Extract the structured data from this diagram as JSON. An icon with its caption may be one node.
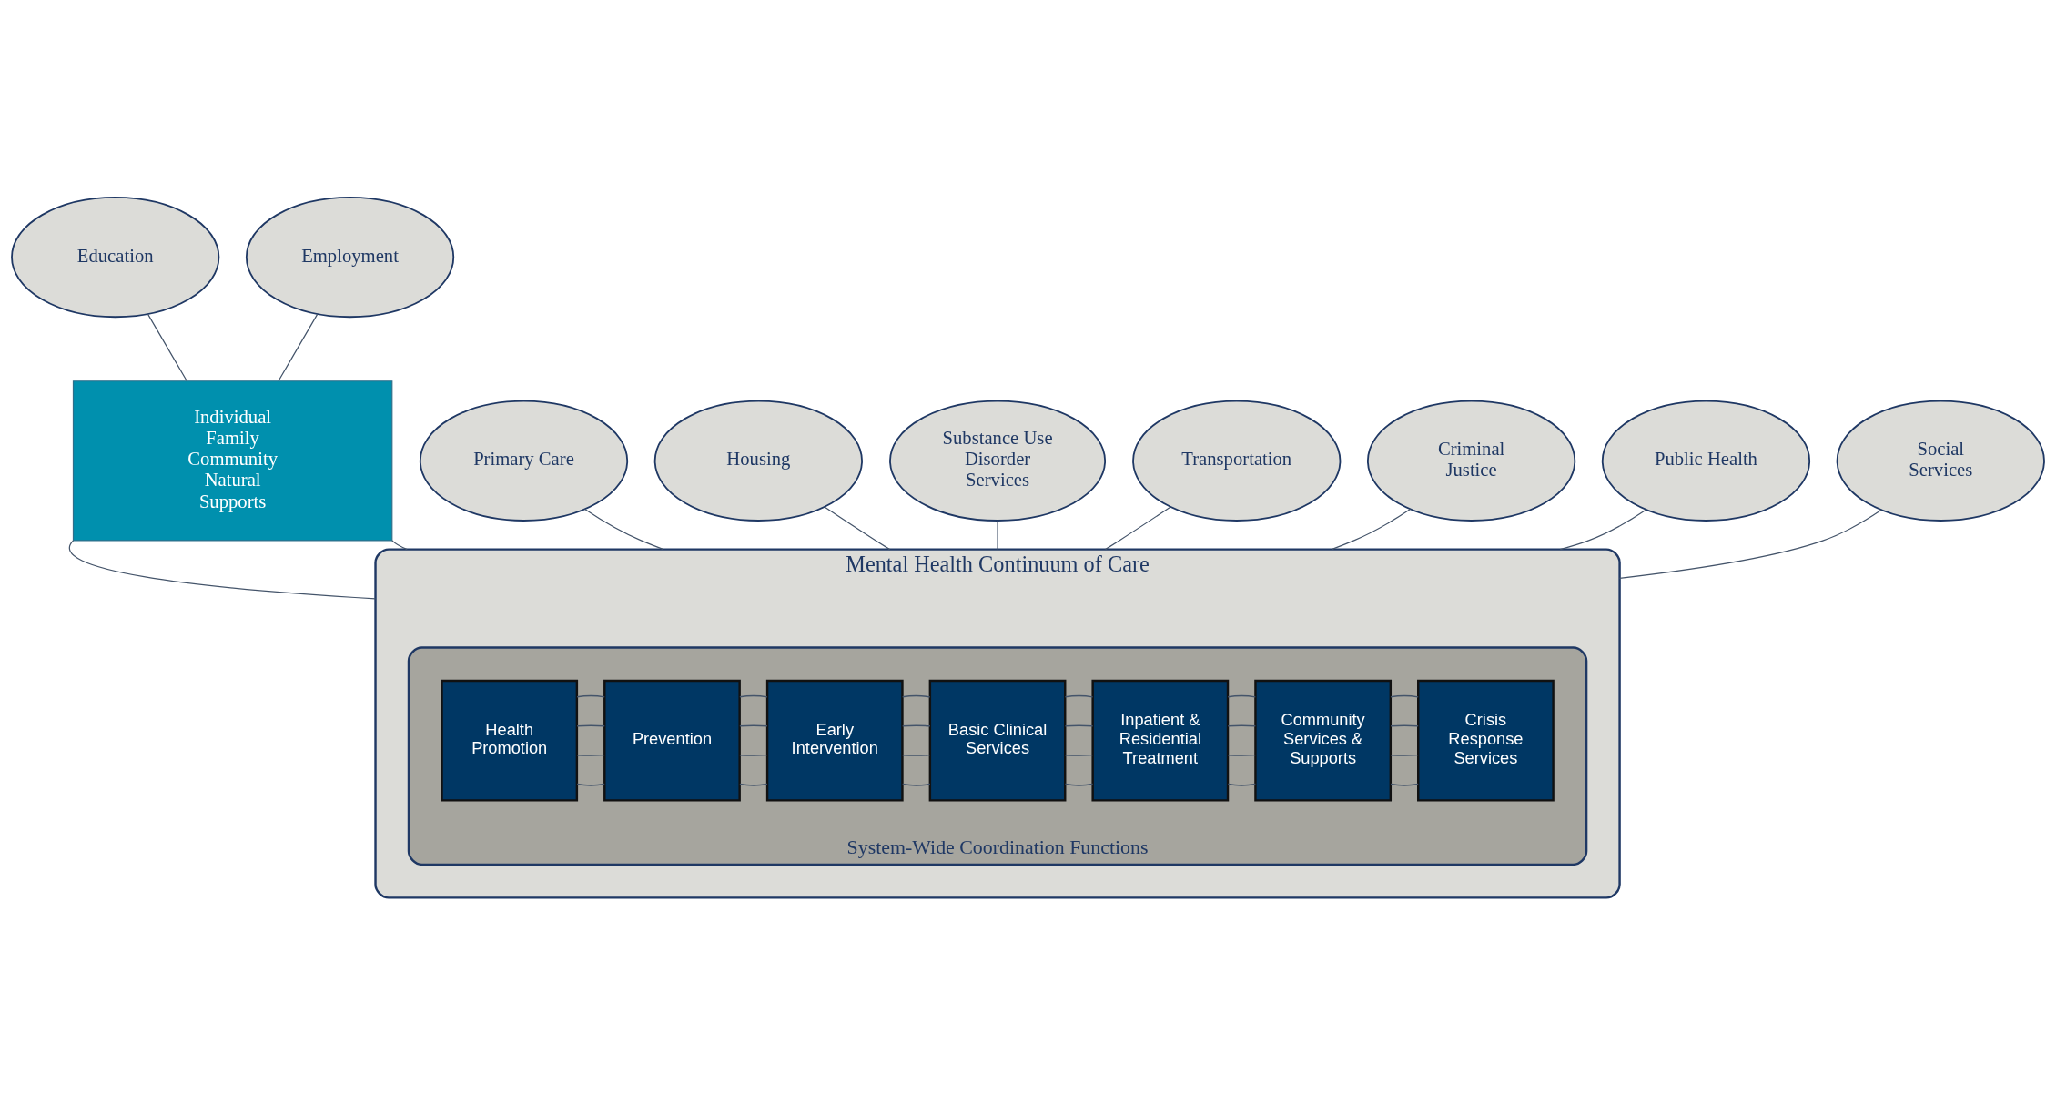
{
  "diagram": {
    "nodes": [
      {
        "text": [
          "Mental Health Continuum of Care"
        ]
      },
      {
        "text": [
          "System-Wide Coordination Functions"
        ],
        "in": 0
      },
      {
        "text": [
          "Health Promotion"
        ],
        "in": 1
      },
      {
        "text": [
          "Prevention"
        ],
        "in": 1
      },
      {
        "text": [
          "Early Intervention"
        ],
        "in": 1
      },
      {
        "text": [
          "Basic Clinical Services"
        ],
        "in": 1
      },
      {
        "text": [
          "Inpatient & Residential Treatment"
        ],
        "in": 1
      },
      {
        "text": [
          "Community Services & Supports"
        ],
        "in": 1
      },
      {
        "text": [
          "Crisis Response Services"
        ],
        "in": 1
      },
      {
        "text": [
          "Individual",
          "Family",
          "Community",
          "Natural Supports"
        ]
      },
      {
        "text": [
          "Primary Care"
        ]
      },
      {
        "text": [
          "Housing"
        ]
      },
      {
        "text": [
          "Substance Use Disorder Services"
        ]
      },
      {
        "text": [
          "Education"
        ]
      },
      {
        "text": [
          "Employment"
        ]
      },
      {
        "text": [
          "Transportation"
        ]
      },
      {
        "text": [
          "Criminal Justice"
        ]
      },
      {
        "text": [
          "Public Health"
        ]
      },
      {
        "text": [
          "Social Services"
        ]
      }
    ],
    "edges": [
      {
        "from": 10,
        "to": 0,
        "arrow": "none"
      },
      {
        "from": 11,
        "to": 0,
        "arrow": "none"
      },
      {
        "from": 12,
        "to": 0,
        "arrow": "none"
      },
      {
        "from": 13,
        "to": 9,
        "arrow": "none"
      },
      {
        "from": 14,
        "to": 9,
        "arrow": "none"
      },
      {
        "from": 9,
        "to": 0,
        "arrow": "none"
      },
      {
        "from": 9,
        "to": 0,
        "arrow": "none"
      },
      {
        "from": 15,
        "to": 0,
        "arrow": "none"
      },
      {
        "from": 16,
        "to": 0,
        "arrow": "none"
      },
      {
        "from": 17,
        "to": 0,
        "arrow": "none"
      },
      {
        "from": 18,
        "to": 0,
        "arrow": "none"
      },
      {
        "from": 2,
        "to": 3,
        "arrow": "none"
      },
      {
        "from": 2,
        "to": 3,
        "arrow": "none"
      },
      {
        "from": 2,
        "to": 3,
        "arrow": "none"
      },
      {
        "from": 2,
        "to": 3,
        "arrow": "none"
      },
      {
        "from": 3,
        "to": 4,
        "arrow": "none"
      },
      {
        "from": 3,
        "to": 4,
        "arrow": "none"
      },
      {
        "from": 3,
        "to": 4,
        "arrow": "none"
      },
      {
        "from": 3,
        "to": 4,
        "arrow": "none"
      },
      {
        "from": 4,
        "to": 5,
        "arrow": "none"
      },
      {
        "from": 4,
        "to": 5,
        "arrow": "none"
      },
      {
        "from": 4,
        "to": 5,
        "arrow": "none"
      },
      {
        "from": 4,
        "to": 5,
        "arrow": "none"
      },
      {
        "from": 5,
        "to": 6,
        "arrow": "none"
      },
      {
        "from": 5,
        "to": 6,
        "arrow": "none"
      },
      {
        "from": 5,
        "to": 6,
        "arrow": "none"
      },
      {
        "from": 5,
        "to": 6,
        "arrow": "none"
      },
      {
        "from": 6,
        "to": 7,
        "arrow": "none"
      },
      {
        "from": 6,
        "to": 7,
        "arrow": "none"
      },
      {
        "from": 6,
        "to": 7,
        "arrow": "none"
      },
      {
        "from": 6,
        "to": 7,
        "arrow": "none"
      },
      {
        "from": 7,
        "to": 8,
        "arrow": "none"
      },
      {
        "from": 7,
        "to": 8,
        "arrow": "none"
      },
      {
        "from": 7,
        "to": 8,
        "arrow": "none"
      },
      {
        "from": 7,
        "to": 8,
        "arrow": "none"
      }
    ]
  }
}
